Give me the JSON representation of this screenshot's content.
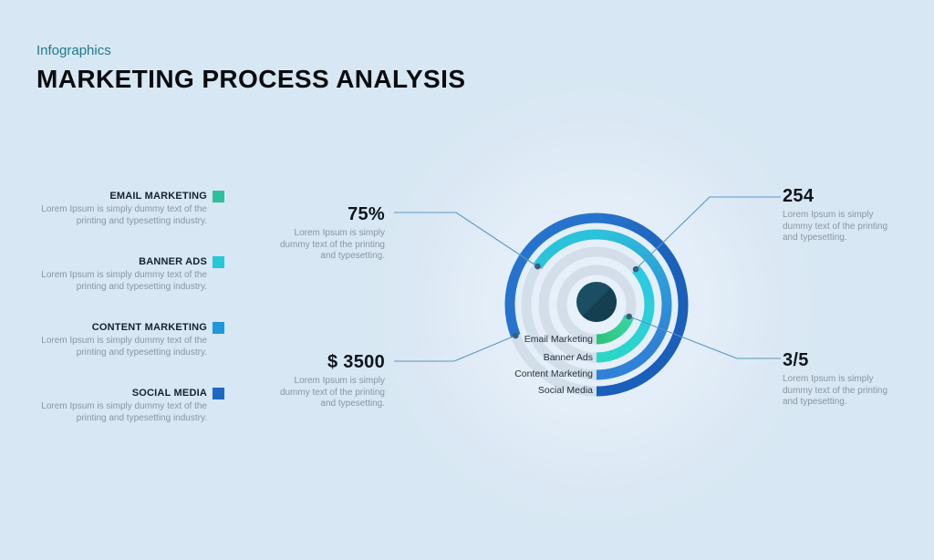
{
  "header": {
    "eyebrow": "Infographics",
    "title": "MARKETING PROCESS ANALYSIS"
  },
  "left_items": [
    {
      "label": "EMAIL MARKETING",
      "swatch": "#2fbf9f",
      "body": "Lorem Ipsum is simply dummy text of the printing and typesetting industry."
    },
    {
      "label": "BANNER ADS",
      "swatch": "#26c8d8",
      "body": "Lorem Ipsum is simply dummy text of the printing and typesetting industry."
    },
    {
      "label": "CONTENT MARKETING",
      "swatch": "#2097db",
      "body": "Lorem Ipsum is simply dummy text of the printing and typesetting industry."
    },
    {
      "label": "SOCIAL MEDIA",
      "swatch": "#1c69c4",
      "body": "Lorem Ipsum is simply dummy text of the printing and typesetting industry."
    }
  ],
  "callouts": [
    {
      "value": "75%",
      "body": "Lorem Ipsum is simply dummy text of the printing and typesetting.",
      "position": "top-left"
    },
    {
      "value": "$ 3500",
      "body": "Lorem Ipsum is simply dummy text of the printing and typesetting.",
      "position": "bottom-left"
    },
    {
      "value": "254",
      "body": "Lorem Ipsum is simply dummy text of the printing and typesetting.",
      "position": "top-right"
    },
    {
      "value": "3/5",
      "body": "Lorem Ipsum is simply dummy text of the printing and typesetting.",
      "position": "bottom-right"
    }
  ],
  "chart_data": {
    "type": "radial-progress",
    "start_angle": "bottom",
    "direction": "counterclockwise",
    "stroke_width": 11,
    "center_icon": "megaphone-icon",
    "rings": [
      {
        "label": "Email Marketing",
        "value": "3/5",
        "sweep_deg": 70,
        "radius": 38,
        "color_start": "#2ec37a",
        "color_end": "#37d6a8"
      },
      {
        "label": "Banner Ads",
        "value": "254",
        "sweep_deg": 132,
        "radius": 58,
        "color_start": "#2bd6c6",
        "color_end": "#2bcae6"
      },
      {
        "label": "Content Marketing",
        "value": "75%",
        "sweep_deg": 237,
        "radius": 77,
        "color_start": "#2f82d6",
        "color_end": "#2bc3da"
      },
      {
        "label": "Social Media",
        "value": "$ 3500",
        "sweep_deg": 291,
        "radius": 95,
        "color_start": "#1a5fb9",
        "color_end": "#2673cd"
      }
    ]
  },
  "colors": {
    "background": "#d7e7f3",
    "accent_teal": "#1f7a8c",
    "connector": "#5a96c8",
    "dot": "#35607e",
    "track": "#c3d0df"
  }
}
